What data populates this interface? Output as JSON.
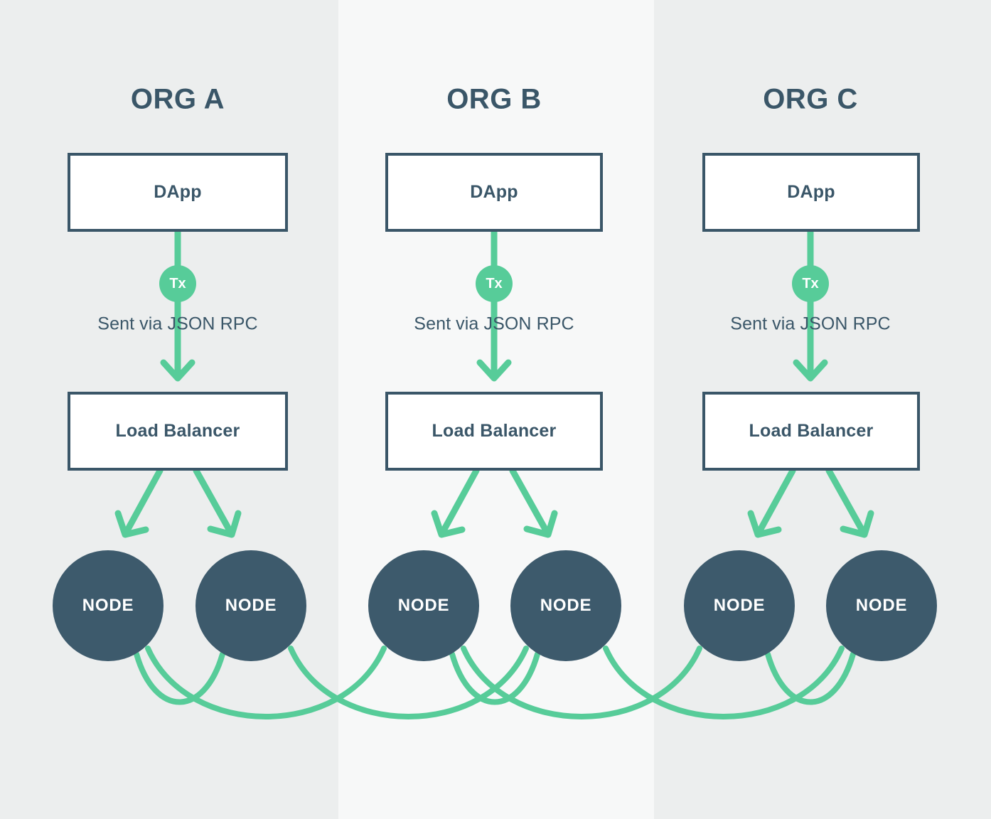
{
  "diagram": {
    "title": "Multi-organization blockchain network topology",
    "colors": {
      "accent_green": "#57cc99",
      "dark_navy": "#3d5a6c",
      "box_fill": "#ffffff",
      "column_bg_outer": "#eceeee",
      "column_bg_middle": "#f7f8f8"
    },
    "columns": [
      {
        "id": "org-a",
        "title": "ORG A",
        "bg": "#eceeee",
        "dapp_label": "DApp",
        "tx_label": "Tx",
        "rpc_label": "Sent via JSON RPC",
        "balancer_label": "Load Balancer",
        "nodes": [
          {
            "label": "NODE"
          },
          {
            "label": "NODE"
          }
        ]
      },
      {
        "id": "org-b",
        "title": "ORG B",
        "bg": "#f7f8f8",
        "dapp_label": "DApp",
        "tx_label": "Tx",
        "rpc_label": "Sent via JSON RPC",
        "balancer_label": "Load Balancer",
        "nodes": [
          {
            "label": "NODE"
          },
          {
            "label": "NODE"
          }
        ]
      },
      {
        "id": "org-c",
        "title": "ORG C",
        "bg": "#eceeee",
        "dapp_label": "DApp",
        "tx_label": "Tx",
        "rpc_label": "Sent via JSON RPC",
        "balancer_label": "Load Balancer",
        "nodes": [
          {
            "label": "NODE"
          },
          {
            "label": "NODE"
          }
        ]
      }
    ]
  }
}
